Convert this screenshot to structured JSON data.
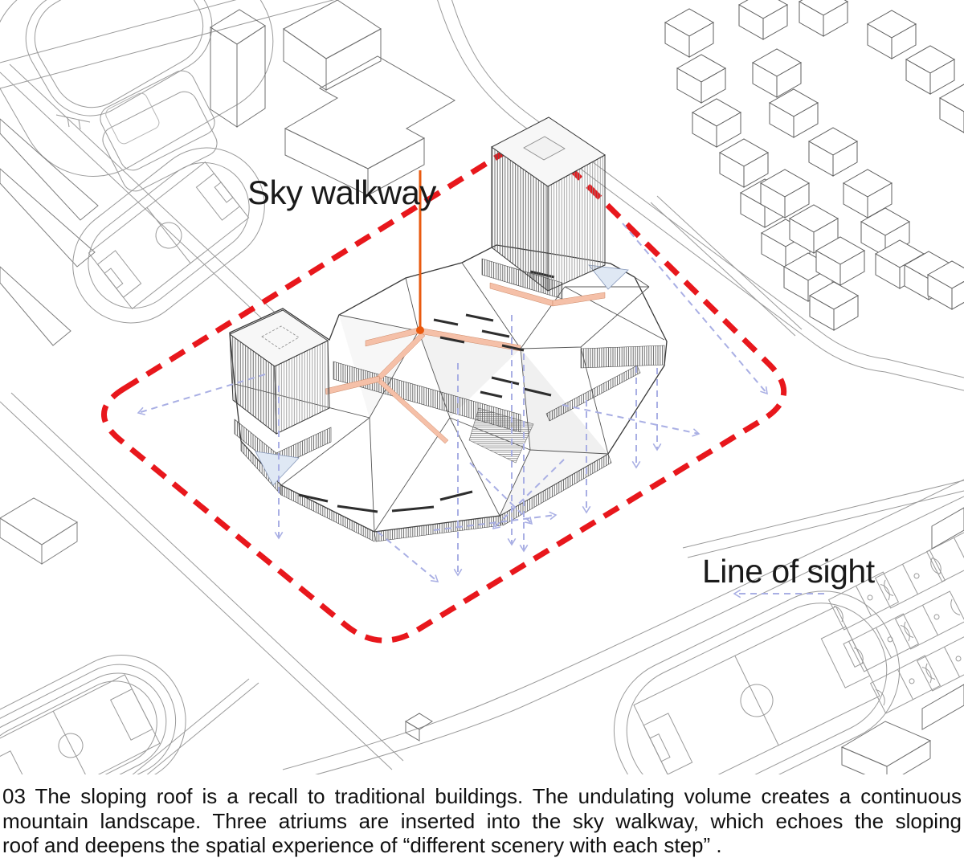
{
  "labels": {
    "sky_walkway": "Sky walkway",
    "line_of_sight": "Line of sight"
  },
  "caption": {
    "lines": [
      "03 The sloping roof is a recall to traditional buildings. The undulating volume creates a continuous",
      "mountain landscape. Three atriums are inserted into the sky walkway, which echoes the sloping",
      "roof and deepens the spatial experience of  “different scenery with each step” ."
    ]
  },
  "colors": {
    "boundary_red": "#e8171c",
    "sight_lavender": "#a9afe4",
    "leader_orange": "#e95a0f",
    "walkway_salmon": "#f5c0a8",
    "atrium_blue": "#dfe8f4",
    "context_line": "#9a9a9a",
    "building_line": "#3a3a3a",
    "caption_text": "#111111"
  }
}
